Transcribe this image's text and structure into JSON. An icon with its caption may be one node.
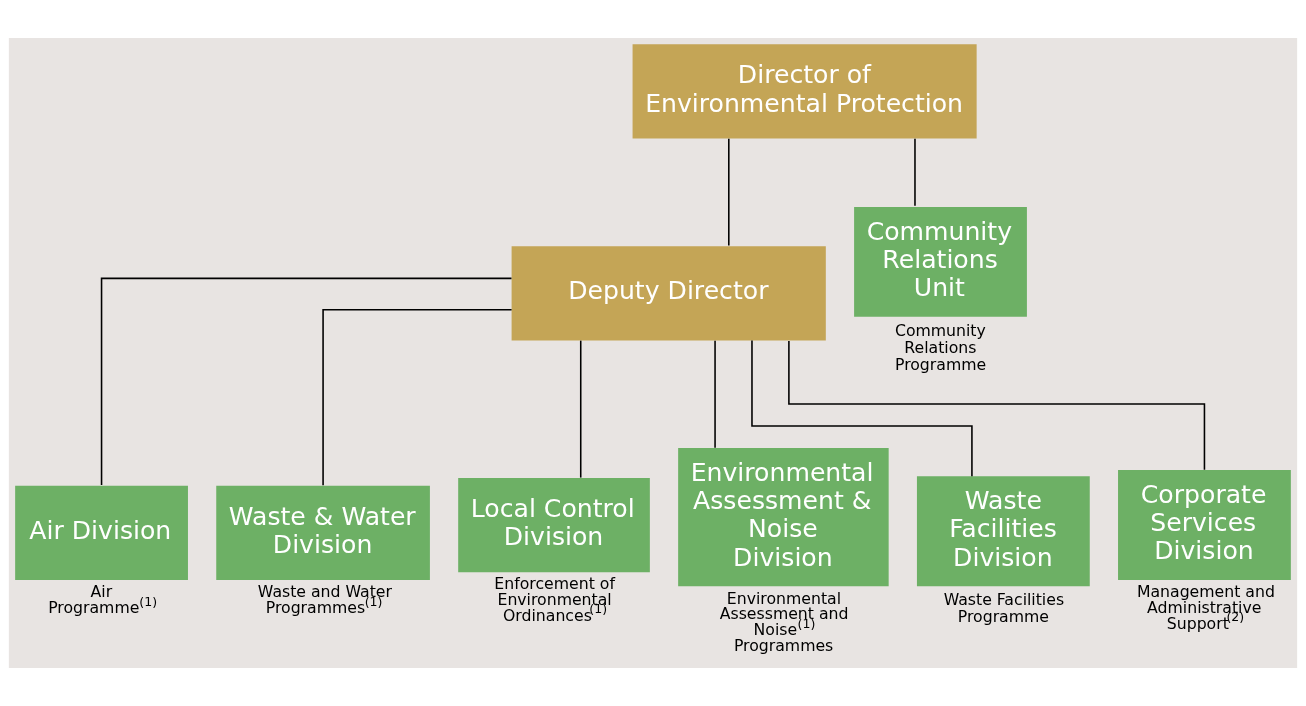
{
  "diagram": {
    "nodes": [
      {
        "text": [
          "Director of Environmental Protection"
        ]
      },
      {
        "text": [
          "Deputy Director"
        ]
      },
      {
        "text": [
          "Air Division"
        ],
        "beside": [
          "Air Programme$^{(1)}$"
        ]
      },
      {
        "text": [
          "Waste & Water Division"
        ],
        "beside": [
          "Waste and Water Programmes$^{(1)}$"
        ]
      },
      {
        "text": [
          "Local Control Division"
        ],
        "beside": [
          "Enforcement of Environmental Ordinances$^{(1)}$"
        ]
      },
      {
        "text": [
          "Environmental Assessment & Noise Division"
        ],
        "beside": [
          "Environmental Assessment and Noise$^{(1)}$ Programmes"
        ]
      },
      {
        "text": [
          "Waste Facilities Division"
        ],
        "beside": [
          "Waste Facilities Programme"
        ]
      },
      {
        "text": [
          "Corporate Services Division"
        ],
        "beside": [
          "Management and Administrative Support$^{(2)}$"
        ]
      },
      {
        "text": [
          "Community Relations Unit"
        ],
        "beside": [
          "Community Relations Programme"
        ]
      }
    ],
    "edges": [
      {
        "from": 0,
        "to": 1,
        "arrow": "none"
      },
      {
        "from": 0,
        "to": 8,
        "arrow": "none"
      },
      {
        "from": 1,
        "to": 2,
        "arrow": "none"
      },
      {
        "from": 1,
        "to": 3,
        "arrow": "none"
      },
      {
        "from": 1,
        "to": 4,
        "arrow": "none"
      },
      {
        "from": 1,
        "to": 5,
        "arrow": "none"
      },
      {
        "from": 1,
        "to": 6,
        "arrow": "none"
      },
      {
        "from": 1,
        "to": 7,
        "arrow": "none"
      }
    ]
  }
}
